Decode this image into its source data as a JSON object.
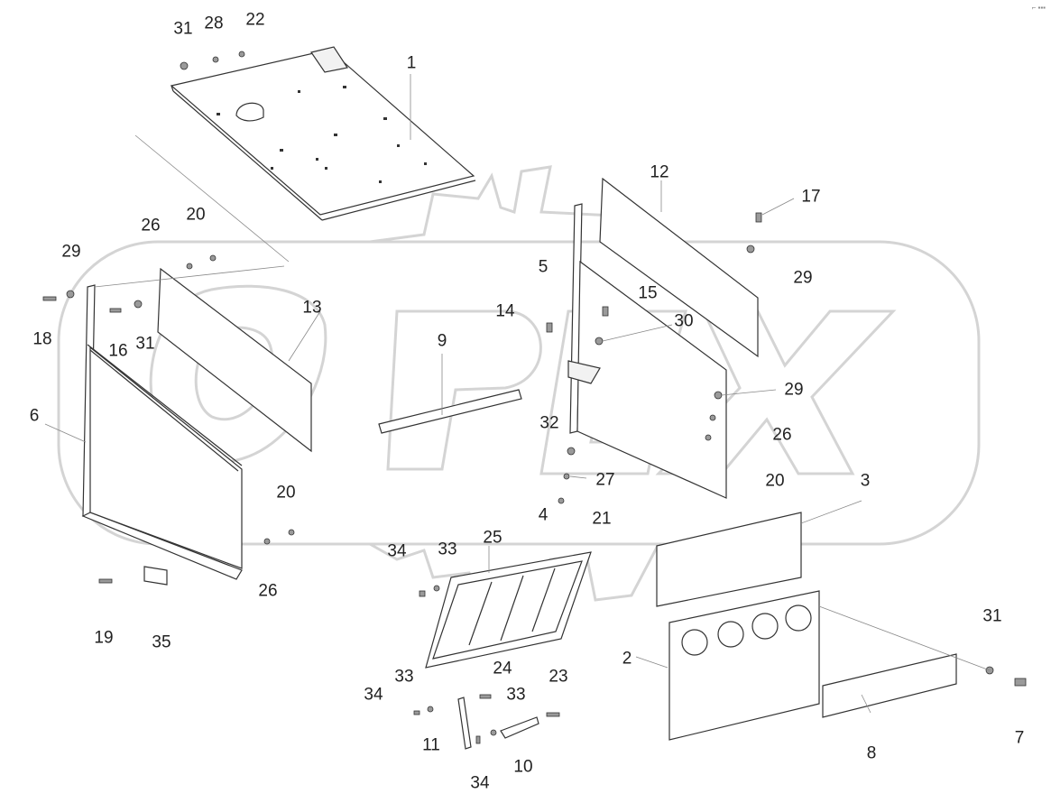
{
  "watermark": "OPEX",
  "corner_mark": "⌐ ▪▪▪",
  "callouts": [
    "1",
    "2",
    "3",
    "4",
    "5",
    "6",
    "7",
    "8",
    "9",
    "10",
    "11",
    "12",
    "13",
    "14",
    "15",
    "16",
    "17",
    "18",
    "19",
    "20",
    "20",
    "20",
    "21",
    "22",
    "23",
    "24",
    "25",
    "26",
    "26",
    "26",
    "27",
    "28",
    "29",
    "29",
    "29",
    "30",
    "31",
    "31",
    "31",
    "32",
    "33",
    "33",
    "33",
    "34",
    "34",
    "34",
    "35"
  ],
  "colors": {
    "line": "#333333",
    "leader": "#888888",
    "watermark": "#d4d4d4",
    "background": "#ffffff"
  }
}
